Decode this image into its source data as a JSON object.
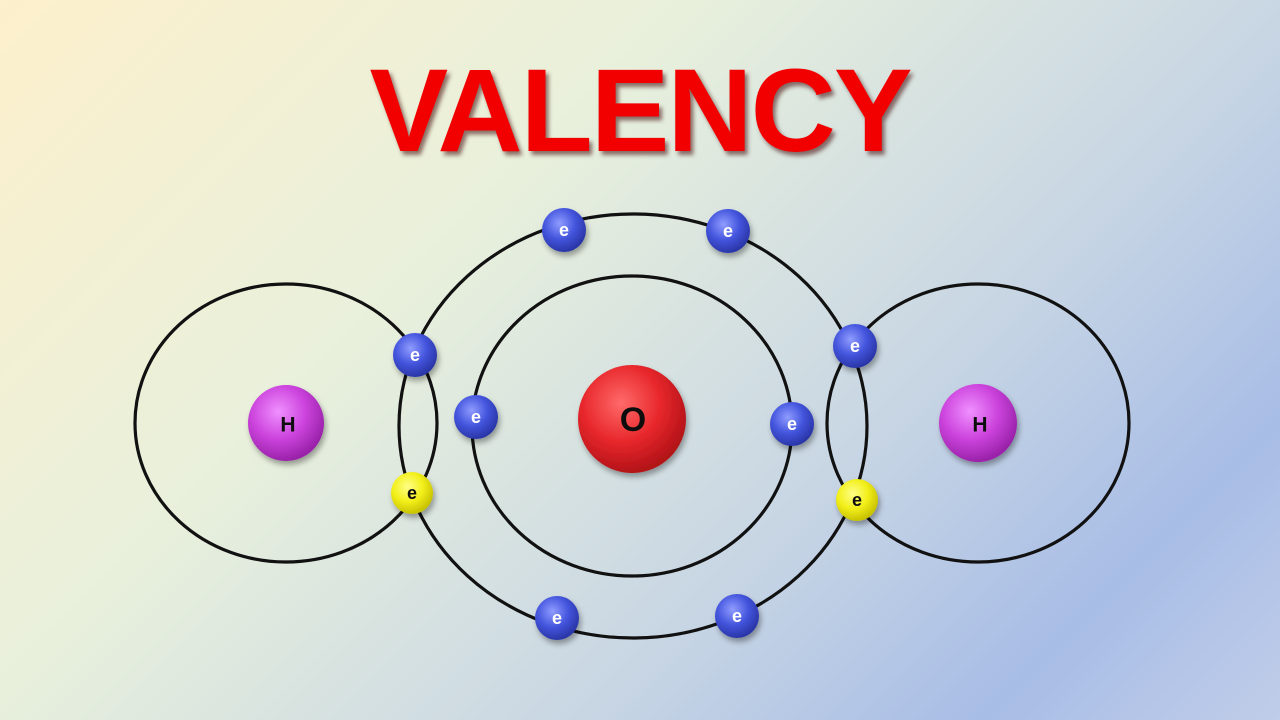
{
  "title": "VALENCY",
  "colors": {
    "title": "#f20000",
    "oxygen": "#e8282c",
    "hydrogen": "#cc44dd",
    "electron": "#4455dd",
    "shared_electron": "#f2ef1a",
    "orbit": "#111111"
  },
  "atoms": {
    "oxygen": {
      "symbol": "O"
    },
    "hydrogen_left": {
      "symbol": "H"
    },
    "hydrogen_right": {
      "symbol": "H"
    }
  },
  "electron_label": "e",
  "electron_counts": {
    "oxygen_inner_shell": 2,
    "oxygen_outer_shell": 8,
    "shared_with_hydrogen": 2
  },
  "icons": [
    "orbit-ring",
    "nucleus",
    "electron"
  ]
}
